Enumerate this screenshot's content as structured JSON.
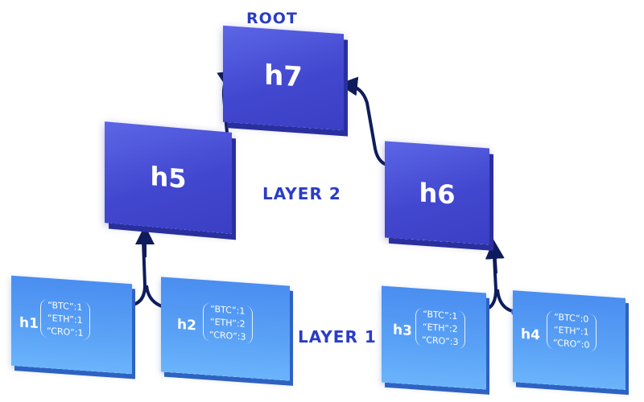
{
  "labels": {
    "root": "ROOT",
    "layer2": "LAYER 2",
    "layer1": "LAYER 1"
  },
  "nodes": {
    "h7": "h7",
    "h5": "h5",
    "h6": "h6"
  },
  "leaves": [
    {
      "name": "h1",
      "entries": [
        "“BTC”:1",
        "“ETH”:1",
        "“CRO”:1"
      ]
    },
    {
      "name": "h2",
      "entries": [
        "“BTC”:1",
        "“ETH”:2",
        "“CRO”:3"
      ]
    },
    {
      "name": "h3",
      "entries": [
        "“BTC”:1",
        "“ETH”:2",
        "“CRO”:3"
      ]
    },
    {
      "name": "h4",
      "entries": [
        "“BTC”:0",
        "“ETH”:1",
        "“CRO”:0"
      ]
    }
  ],
  "colors": {
    "label": "#2a3cc8",
    "node_dark": "#4247cf",
    "node_light": "#5aa2f6",
    "connector": "#0f1c5c"
  }
}
